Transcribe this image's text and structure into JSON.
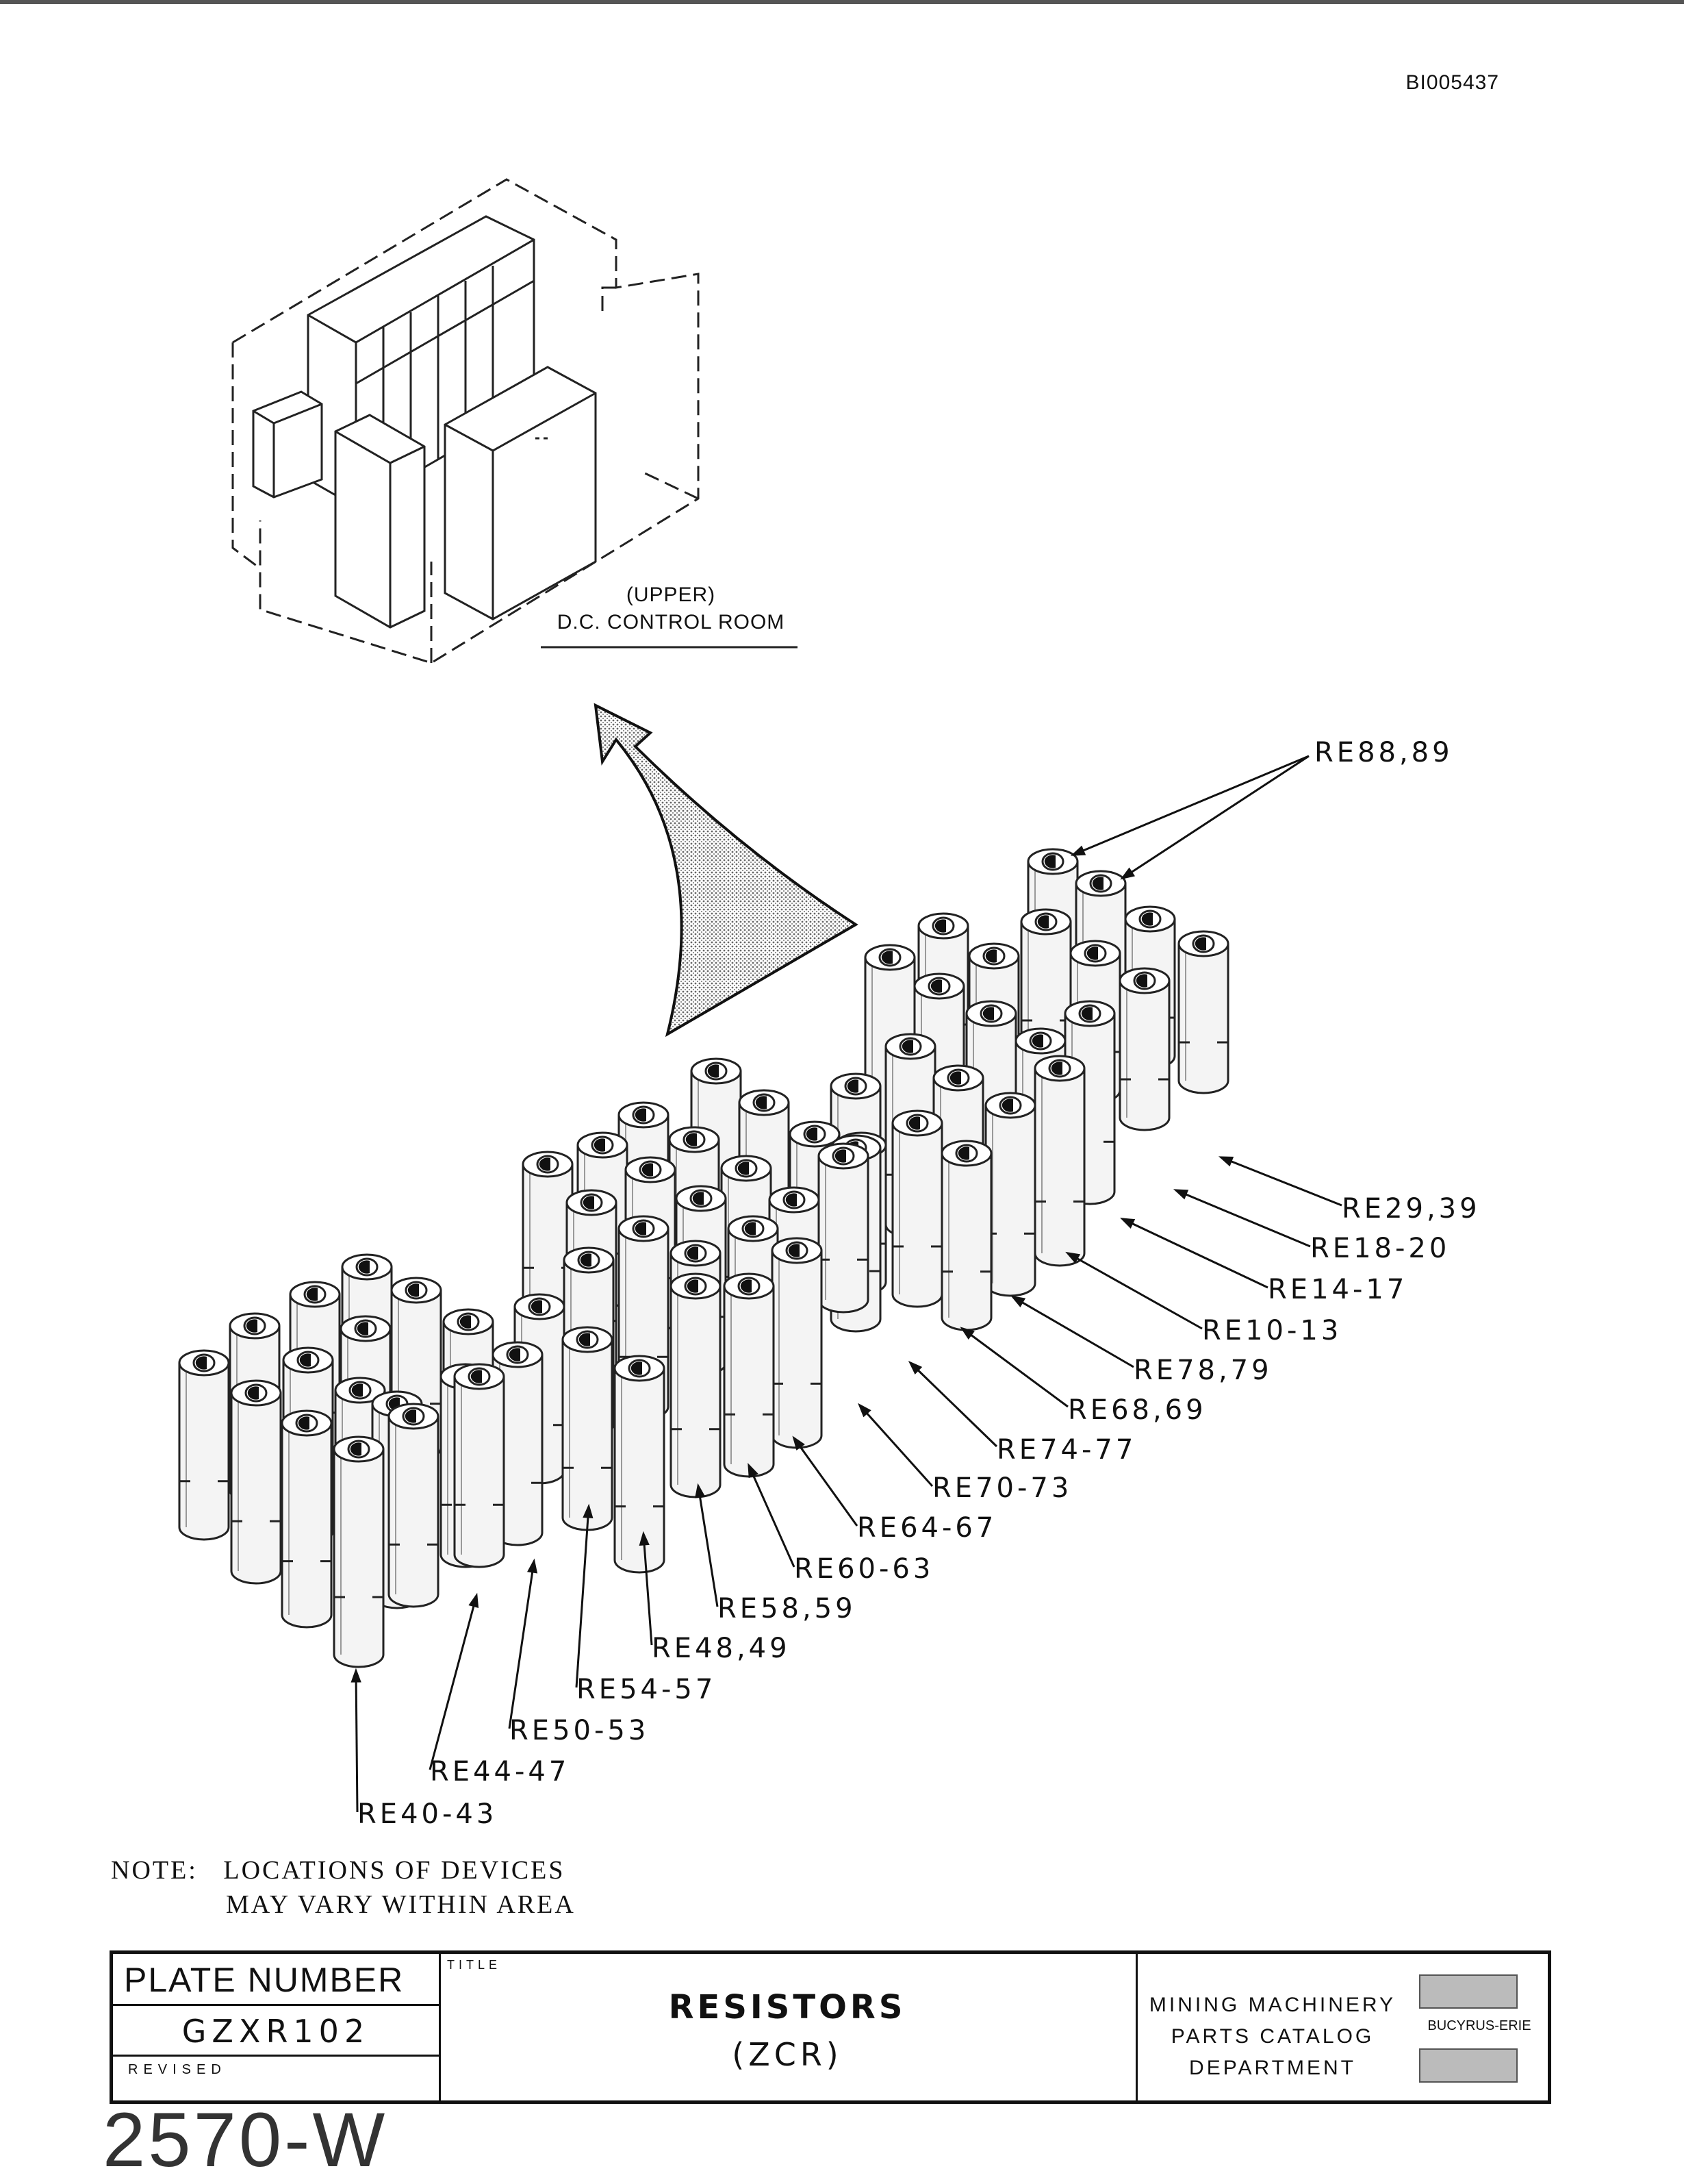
{
  "header": {
    "doc_id": "BI005437"
  },
  "room": {
    "line1": "(UPPER)",
    "line2": "D.C. CONTROL ROOM"
  },
  "callouts": [
    "RE88,89",
    "RE29,39",
    "RE18-20",
    "RE14-17",
    "RE10-13",
    "RE78,79",
    "RE68,69",
    "RE74-77",
    "RE70-73",
    "RE64-67",
    "RE60-63",
    "RE58,59",
    "RE48,49",
    "RE54-57",
    "RE50-53",
    "RE44-47",
    "RE40-43"
  ],
  "note": {
    "label": "NOTE:",
    "line1": "LOCATIONS OF DEVICES",
    "line2": "MAY VARY WITHIN AREA"
  },
  "title_block": {
    "plate_label": "PLATE NUMBER",
    "plate_number": "GZXR102",
    "revised_label": "REVISED",
    "title_label": "TITLE",
    "title": "RESISTORS",
    "subtitle": "(ZCR)",
    "dept_line1": "MINING MACHINERY",
    "dept_line2": "PARTS CATALOG",
    "dept_line3": "DEPARTMENT",
    "brand": "BUCYRUS-ERIE"
  },
  "footer": {
    "model": "2570-W"
  }
}
